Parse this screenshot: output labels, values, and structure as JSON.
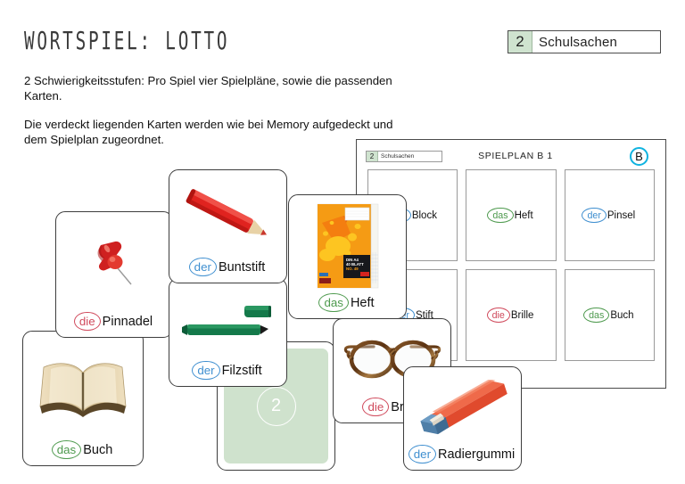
{
  "header": {
    "title": "WORTSPIEL: LOTTO",
    "intro_1": "2 Schwierigkeitsstufen: Pro Spiel vier Spielpläne, sowie die passenden Karten.",
    "intro_2": "Die verdeckt liegenden Karten werden wie bei Memory aufgedeckt und dem Spielplan zugeordnet.",
    "chapter_number": "2",
    "chapter_label": "Schulsachen"
  },
  "board": {
    "badge_number": "2",
    "badge_label": "Schulsachen",
    "title": "SPIELPLAN  B 1",
    "letter": "B",
    "cells": [
      {
        "article": "der",
        "noun": "Block",
        "gender": "der"
      },
      {
        "article": "das",
        "noun": "Heft",
        "gender": "das"
      },
      {
        "article": "der",
        "noun": "Pinsel",
        "gender": "der"
      },
      {
        "article": "der",
        "noun": "Stift",
        "gender": "der"
      },
      {
        "article": "die",
        "noun": "Brille",
        "gender": "die"
      },
      {
        "article": "das",
        "noun": "Buch",
        "gender": "das"
      }
    ]
  },
  "cards": [
    {
      "article": "die",
      "noun": "Pinnadel",
      "gender": "die",
      "icon": "pushpin-icon"
    },
    {
      "article": "der",
      "noun": "Buntstift",
      "gender": "der",
      "icon": "colored-pencil-icon"
    },
    {
      "article": "der",
      "noun": "Filzstift",
      "gender": "der",
      "icon": "felt-tip-pen-icon"
    },
    {
      "article": "das",
      "noun": "Heft",
      "gender": "das",
      "icon": "exercise-book-icon"
    },
    {
      "article": "die",
      "noun": "Brille",
      "gender": "die",
      "icon": "glasses-icon"
    },
    {
      "article": "der",
      "noun": "Radiergummi",
      "gender": "der",
      "icon": "eraser-icon"
    },
    {
      "article": "das",
      "noun": "Buch",
      "gender": "das",
      "icon": "open-book-icon"
    }
  ],
  "card_back": {
    "number": "2"
  },
  "notebook": {
    "line_1": "DIN A4",
    "line_2": "40 BLATT",
    "line_3": "NO. 49"
  },
  "colors": {
    "der": "#3f8fd0",
    "die": "#d04a5c",
    "das": "#4e9a4e",
    "chapter_green": "#cfe3cf",
    "letter_blue": "#0fb3e0",
    "card_back_green": "#cfe2cd"
  }
}
